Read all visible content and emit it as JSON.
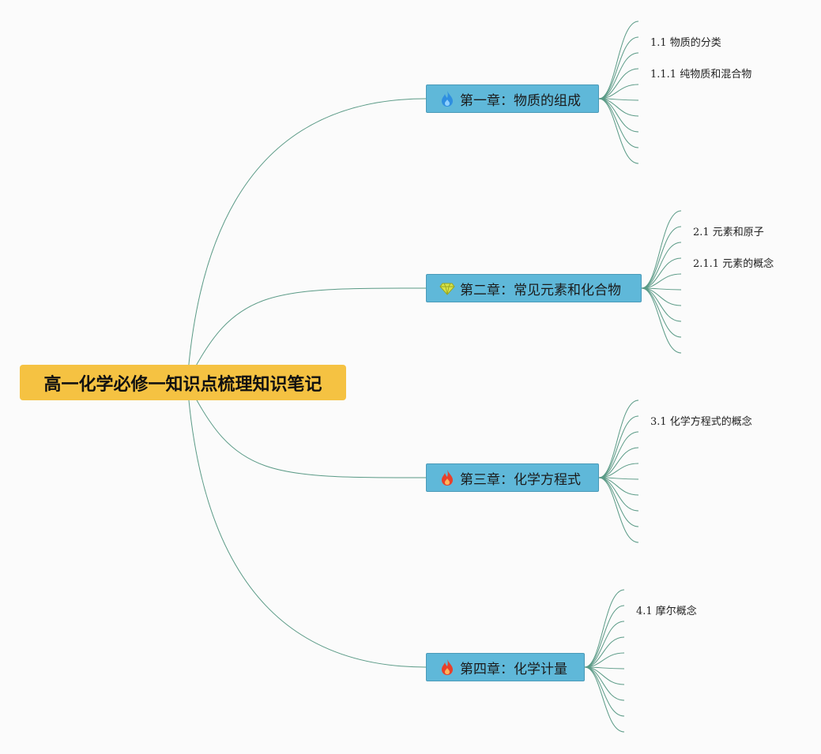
{
  "root": {
    "title": "高一化学必修一知识点梳理知识笔记"
  },
  "chapters": [
    {
      "label": "第一章：物质的组成",
      "icon": "water-drop-icon",
      "icon_color": "#2f8fe0",
      "topics": [
        "1.1 物质的分类",
        "1.1.1 纯物质和混合物"
      ]
    },
    {
      "label": "第二章：常见元素和化合物",
      "icon": "diamond-icon",
      "icon_color": "#c9d83a",
      "topics": [
        "2.1 元素和原子",
        "2.1.1 元素的概念"
      ]
    },
    {
      "label": "第三章：化学方程式",
      "icon": "flame-icon",
      "icon_color": "#e8402a",
      "topics": [
        "3.1 化学方程式的概念"
      ]
    },
    {
      "label": "第四章：化学计量",
      "icon": "flame-icon",
      "icon_color": "#e8402a",
      "topics": [
        "4.1 摩尔概念"
      ]
    }
  ],
  "colors": {
    "connector": "#5a9a86",
    "root_fill": "#f5c242",
    "chapter_fill": "#5fb8d9"
  }
}
